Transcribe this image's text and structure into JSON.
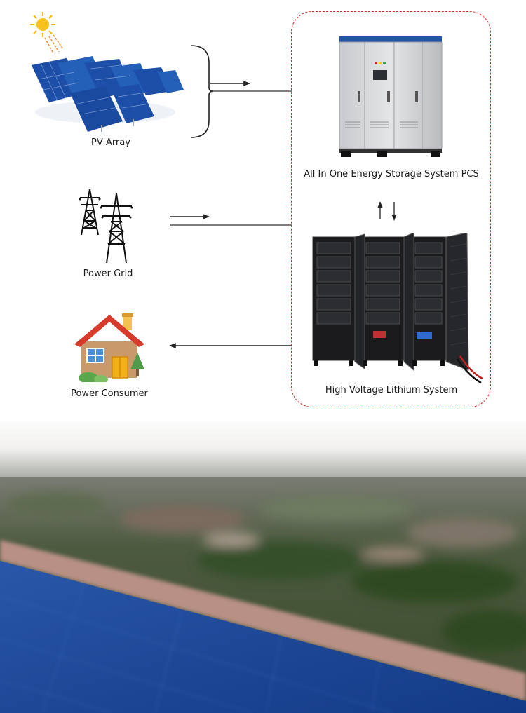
{
  "labels": {
    "pv_array": "PV Array",
    "power_grid": "Power Grid",
    "power_consumer": "Power Consumer",
    "pcs": "All In One Energy Storage System PCS",
    "lithium": "High Voltage Lithium System"
  },
  "icons": {
    "sun": "sun-icon",
    "pv": "solar-panel-array-icon",
    "grid": "transmission-tower-icon",
    "house": "house-icon",
    "pcs": "pcs-cabinet-icon",
    "battery": "battery-rack-icon"
  },
  "colors": {
    "dashed_border": "#cf2b2b",
    "panel_blue": "#1d4fa8",
    "roof_red": "#d63b2b",
    "cabinet_grey": "#d9dadc",
    "rack_black": "#1b1b1d"
  }
}
